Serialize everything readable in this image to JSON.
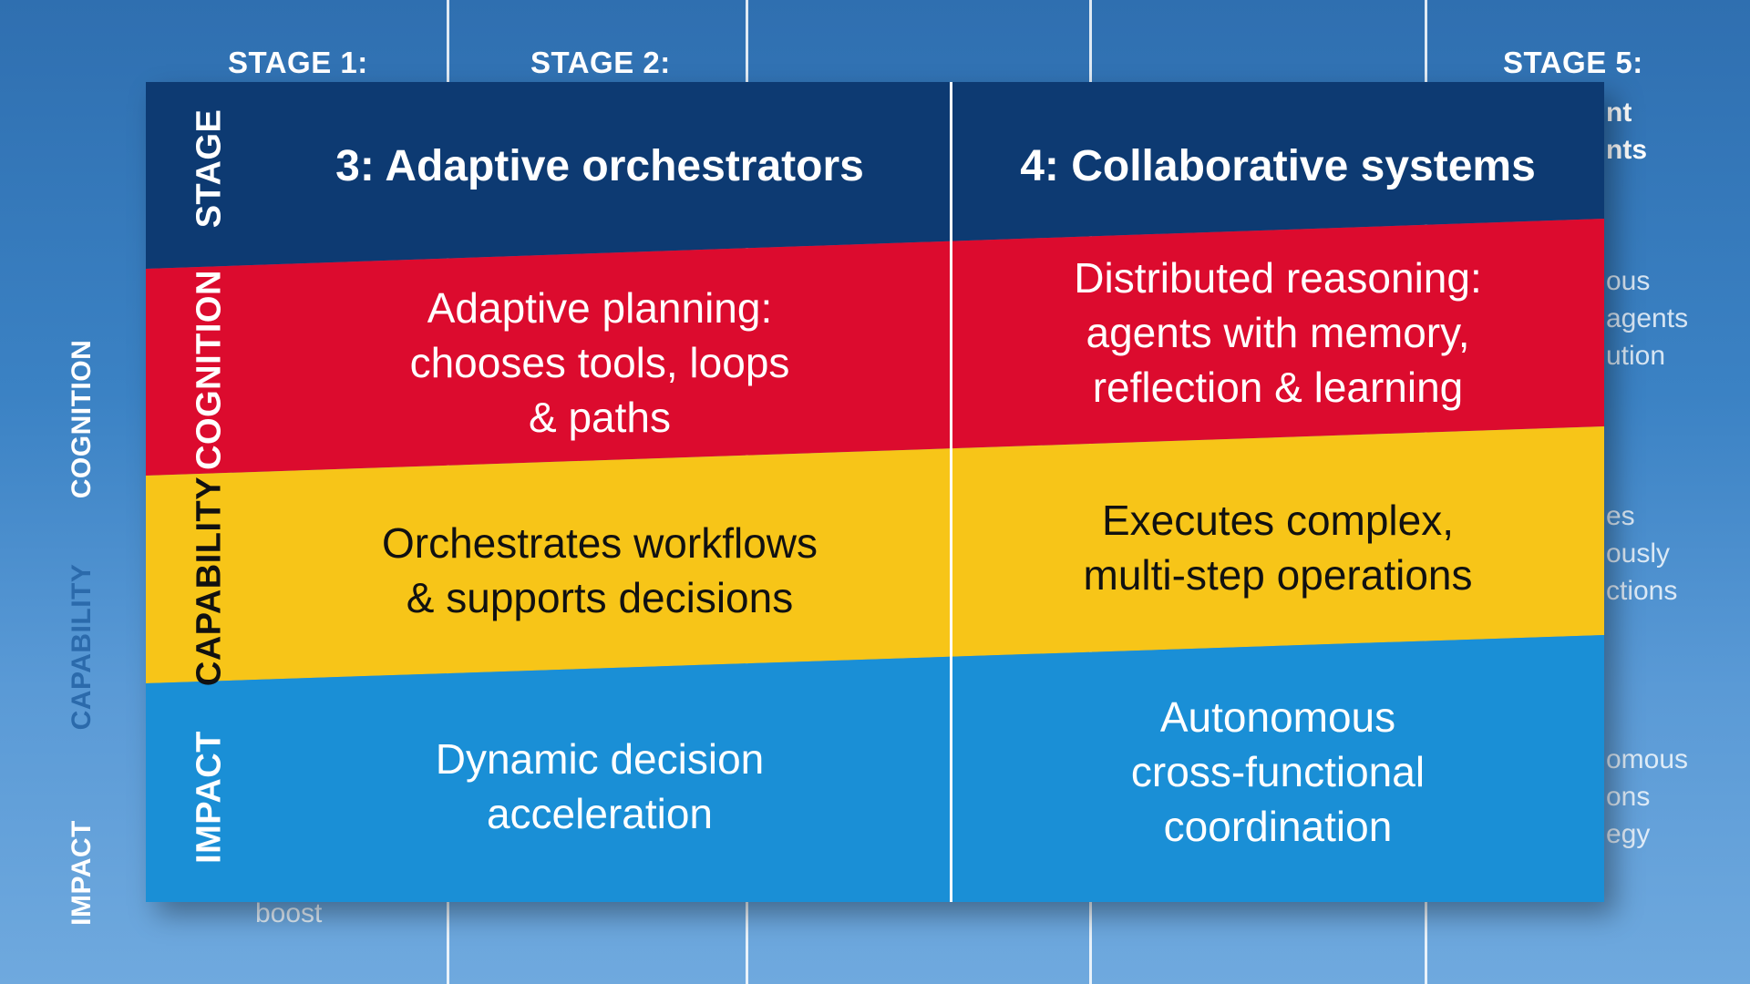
{
  "colors": {
    "stage": "#0d3a72",
    "cognition": "#dc0b2e",
    "capability": "#f7c518",
    "impact": "#1a8fd6",
    "divider": "#ffffff"
  },
  "background": {
    "stage_labels": [
      "STAGE 1:",
      "STAGE 2:",
      "STAGE 5:"
    ],
    "row_labels": [
      "COGNITION",
      "CAPABILITY",
      "IMPACT"
    ],
    "fragments": {
      "stage5_title": [
        "nt",
        "nts"
      ],
      "stage5_cognition": [
        "ous",
        "agents",
        "ution"
      ],
      "stage5_capability": [
        "es",
        "ously",
        "ctions"
      ],
      "stage5_impact": [
        "omous",
        "ons",
        "egy"
      ],
      "stage1_impact": "boost"
    }
  },
  "card": {
    "row_labels": {
      "stage": "STAGE",
      "cognition": "COGNITION",
      "capability": "CAPABILITY",
      "impact": "IMPACT"
    },
    "columns": [
      {
        "title": "3: Adaptive orchestrators",
        "cognition": "Adaptive planning:\nchooses tools, loops\n& paths",
        "capability": "Orchestrates workflows\n& supports decisions",
        "impact": "Dynamic decision\nacceleration"
      },
      {
        "title": "4: Collaborative systems",
        "cognition": "Distributed reasoning:\nagents with memory,\nreflection & learning",
        "capability": "Executes complex,\nmulti-step operations",
        "impact": "Autonomous\ncross-functional\ncoordination"
      }
    ]
  }
}
